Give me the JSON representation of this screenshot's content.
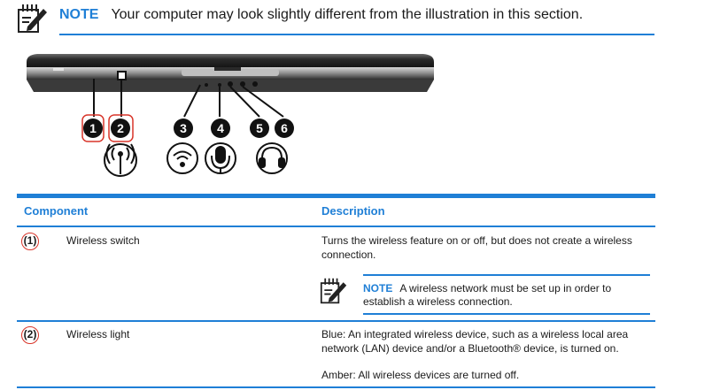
{
  "note": {
    "label": "NOTE",
    "text": "Your computer may look slightly different from the illustration in this section."
  },
  "illustration": {
    "callouts": [
      "1",
      "2",
      "3",
      "4",
      "5",
      "6"
    ],
    "icons": [
      "wireless-antenna-icon",
      "wireless-signal-icon",
      "microphone-icon",
      "headphones-icon"
    ]
  },
  "table": {
    "headers": {
      "component": "Component",
      "description": "Description"
    },
    "rows": [
      {
        "number": "(1)",
        "component": "Wireless switch",
        "description": [
          "Turns the wireless feature on or off, but does not create a wireless",
          "connection."
        ],
        "note": {
          "label": "NOTE",
          "line1": "A wireless network must be set up in order to",
          "line2": "establish a wireless connection."
        }
      },
      {
        "number": "(2)",
        "component": "Wireless light",
        "description": [
          "Blue: An integrated wireless device, such as a wireless local area",
          "network (LAN) device and/or a Bluetooth® device, is turned on."
        ],
        "description_extra": "Amber: All wireless devices are turned off."
      }
    ]
  },
  "colors": {
    "accent": "#1f7fd6",
    "badge": "#d8352a"
  }
}
